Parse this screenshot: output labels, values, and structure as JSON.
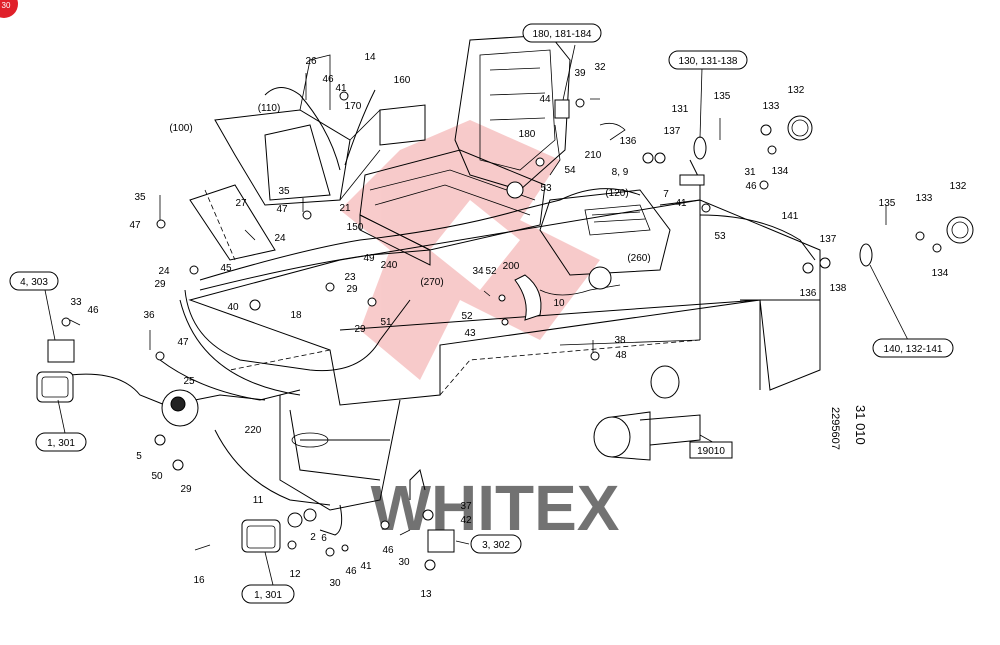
{
  "corner_badge": "30",
  "watermark": "WHITEX",
  "drawing": {
    "group_number": "31 010",
    "drawing_number": "2295607",
    "boxed_label": "19010"
  },
  "callouts": [
    {
      "id": "c-180",
      "text": "180, 181-184"
    },
    {
      "id": "c-130",
      "text": "130, 131-138"
    },
    {
      "id": "c-4303",
      "text": "4, 303"
    },
    {
      "id": "c-1301a",
      "text": "1, 301"
    },
    {
      "id": "c-1301b",
      "text": "1, 301"
    },
    {
      "id": "c-3302",
      "text": "3, 302"
    },
    {
      "id": "c-140",
      "text": "140, 132-141"
    }
  ],
  "labels": [
    "26",
    "46",
    "41",
    "14",
    "160",
    "(110)",
    "170",
    "(100)",
    "35",
    "47",
    "35",
    "47",
    "27",
    "21",
    "150",
    "24",
    "24",
    "29",
    "45",
    "40",
    "18",
    "23",
    "49",
    "240",
    "29",
    "29",
    "51",
    "(270)",
    "34",
    "52",
    "200",
    "52",
    "43",
    "10",
    "(120)",
    "(260)",
    "53",
    "53",
    "44",
    "39",
    "32",
    "180",
    "210",
    "54",
    "131",
    "136",
    "135",
    "133",
    "132",
    "137",
    "8, 9",
    "31",
    "46",
    "7",
    "41",
    "134",
    "141",
    "135",
    "133",
    "132",
    "137",
    "136",
    "138",
    "134",
    "33",
    "46",
    "36",
    "47",
    "25",
    "5",
    "50",
    "29",
    "220",
    "38",
    "48",
    "11",
    "2",
    "6",
    "16",
    "12",
    "30",
    "46",
    "41",
    "46",
    "30",
    "13",
    "37",
    "42"
  ]
}
